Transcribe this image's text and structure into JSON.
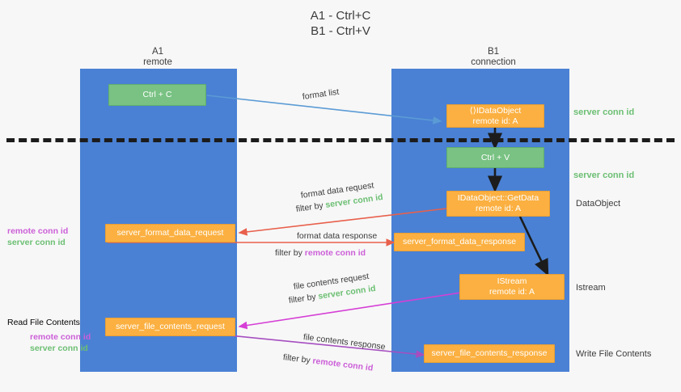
{
  "title": "A1 - Ctrl+C\nB1 - Ctrl+V",
  "columns": [
    {
      "name": "A1",
      "sub": "remote"
    },
    {
      "name": "B1",
      "sub": "connection"
    }
  ],
  "nodes": {
    "ctrl_c": "Ctrl + C",
    "set_clipboard": "⟨⟩IDataObject\nremote id: A",
    "ctrl_v": "Ctrl + V",
    "get_data": "IDataObject::GetData\nremote id: A",
    "istream": "IStream\nremote id: A",
    "server_format_data_request": "server_format_data_request",
    "server_format_data_response": "server_format_data_response",
    "server_file_contents_request": "server_file_contents_request",
    "server_file_contents_response": "server_file_contents_response"
  },
  "edge_labels": {
    "format_list": "format list",
    "format_data_request": "format data request",
    "format_data_request_filter_prefix": "filter by ",
    "format_data_request_filter_value": "server conn id",
    "format_data_response": "format data response",
    "format_data_response_filter_prefix": "filter by ",
    "format_data_response_filter_value": "remote conn id",
    "file_contents_request": "file contents request",
    "file_contents_request_filter_prefix": "filter by ",
    "file_contents_request_filter_value": "server conn id",
    "file_contents_response": "file contents response",
    "file_contents_response_filter_prefix": "filter by ",
    "file_contents_response_filter_value": "remote conn id"
  },
  "left_annotations": {
    "format_remote": "remote conn id",
    "format_server": "server conn id",
    "read_file_contents": "Read File Contents",
    "file_remote": "remote conn id",
    "file_server": "server conn id"
  },
  "right_annotations": {
    "server_conn_id_top": "server conn id",
    "server_conn_id_mid": "server conn id",
    "data_object": "DataObject",
    "istream": "Istream",
    "write_file_contents": "Write File Contents"
  },
  "colors": {
    "lane": "#4a81d4",
    "green_node": "#79c283",
    "orange_node": "#fbb041",
    "server_conn": "#6cbf73",
    "remote_conn": "#cc5fd8",
    "arrow_blue": "#5b9bd5",
    "arrow_red": "#e8604c",
    "arrow_magenta": "#d63fd6",
    "arrow_purple": "#a64ec0",
    "arrow_dark": "#1c1c1c",
    "background": "#f7f7f7"
  }
}
